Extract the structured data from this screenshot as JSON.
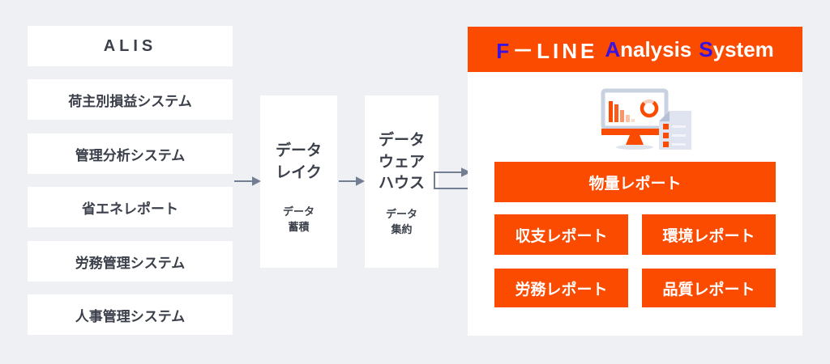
{
  "colors": {
    "background": "#eef0f4",
    "box_white": "#ffffff",
    "accent_orange": "#fa4b01",
    "accent_blue": "#3712e1",
    "arrow_gray": "#747e93",
    "text_dark": "#3b404a"
  },
  "sources": [
    "ALIS",
    "荷主別損益システム",
    "管理分析システム",
    "省エネレポート",
    "労務管理システム",
    "人事管理システム"
  ],
  "pipeline": {
    "data_lake": {
      "title": "データ\nレイク",
      "subtitle": "データ\n蓄積"
    },
    "data_warehouse": {
      "title": "データ\nウェア\nハウス",
      "subtitle": "データ\n集約"
    }
  },
  "panel": {
    "title_parts": {
      "f": "F",
      "line": "－LINE",
      "a": "A",
      "nalysis": "nalysis",
      "s": "S",
      "ystem": "ystem"
    },
    "reports": {
      "main": "物量レポート",
      "items": [
        "収支レポート",
        "環境レポート",
        "労務レポート",
        "品質レポート"
      ]
    }
  },
  "icons": {
    "panel_illustration": "monitor-with-bar-chart-donut-and-checklist-document-icon"
  }
}
